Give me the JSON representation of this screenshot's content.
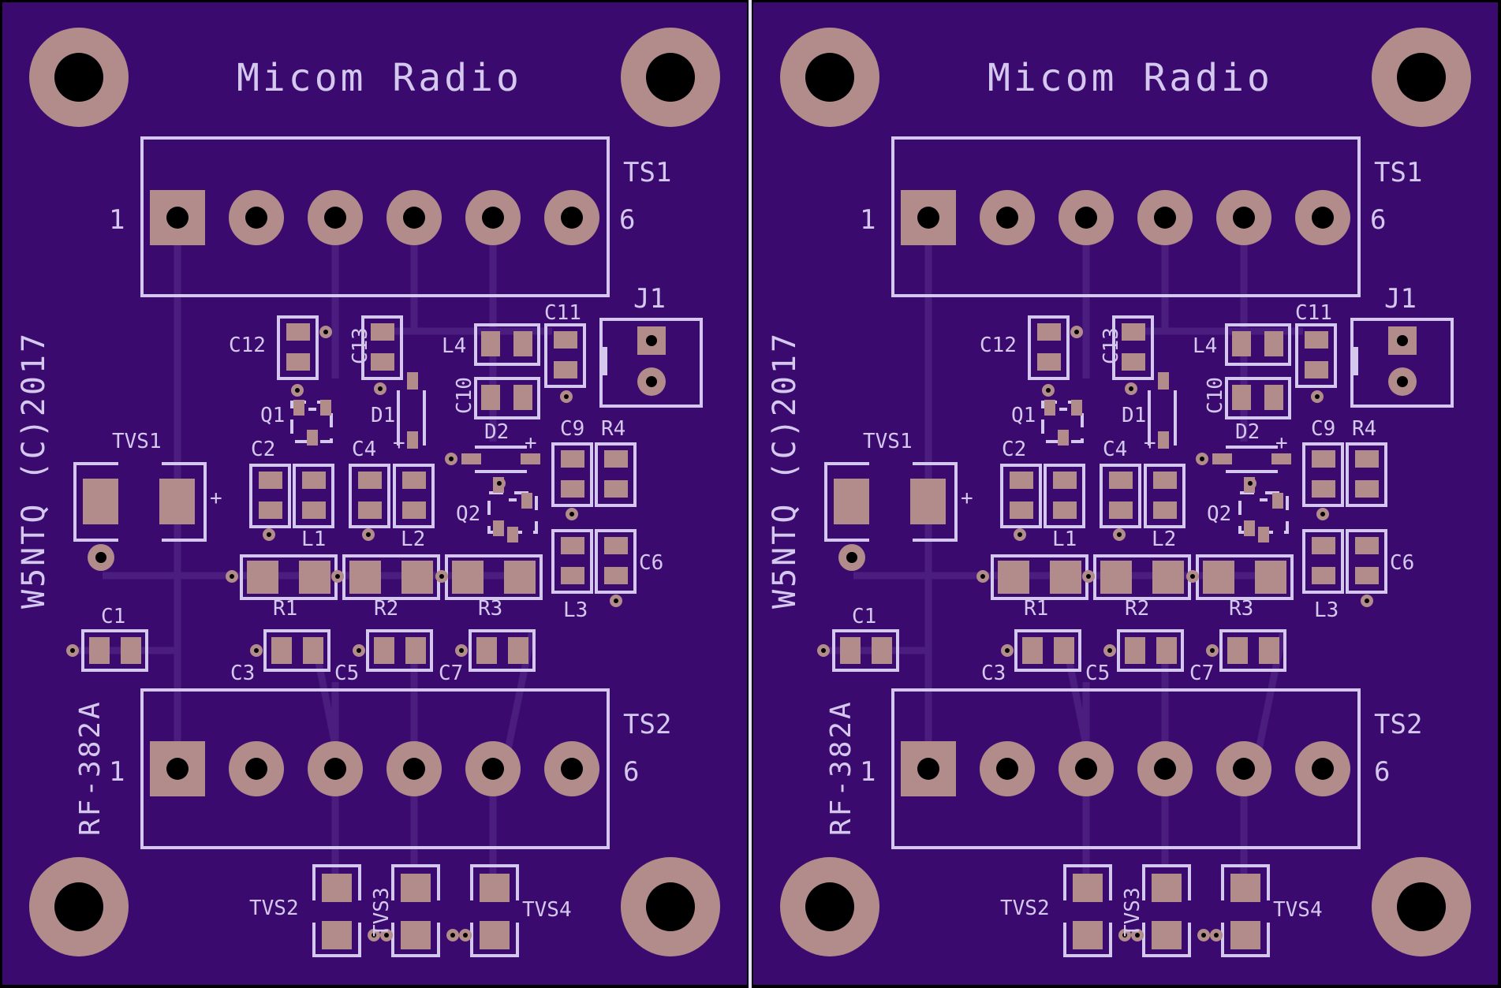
{
  "colors": {
    "background": "#000000",
    "board": "#3a0a6e",
    "silkscreen": "#d4c8ee",
    "copper_pad": "#b28b8b",
    "drill": "#000000",
    "trace": "#4b1d7f",
    "divider": "#e8e0ff"
  },
  "board": {
    "title": "Micom Radio",
    "copyright": "W5NTQ (C)2017",
    "part_number": "RF-382A",
    "connectors": {
      "ts1": {
        "label": "TS1",
        "pin_first": "1",
        "pin_last": "6"
      },
      "ts2": {
        "label": "TS2",
        "pin_first": "1",
        "pin_last": "6"
      },
      "j1": {
        "label": "J1"
      }
    },
    "polarity_mark": "+",
    "designators": [
      "C12",
      "C13",
      "L4",
      "C11",
      "C10",
      "Q1",
      "D1",
      "D2",
      "C9",
      "R4",
      "TVS1",
      "C2",
      "C4",
      "Q2",
      "L1",
      "L2",
      "C6",
      "R1",
      "R2",
      "R3",
      "L3",
      "C1",
      "C3",
      "C5",
      "C7",
      "TVS2",
      "TVS3",
      "TVS4"
    ]
  },
  "panels": [
    {
      "id": "left",
      "name": "board-left"
    },
    {
      "id": "right",
      "name": "board-right"
    }
  ]
}
